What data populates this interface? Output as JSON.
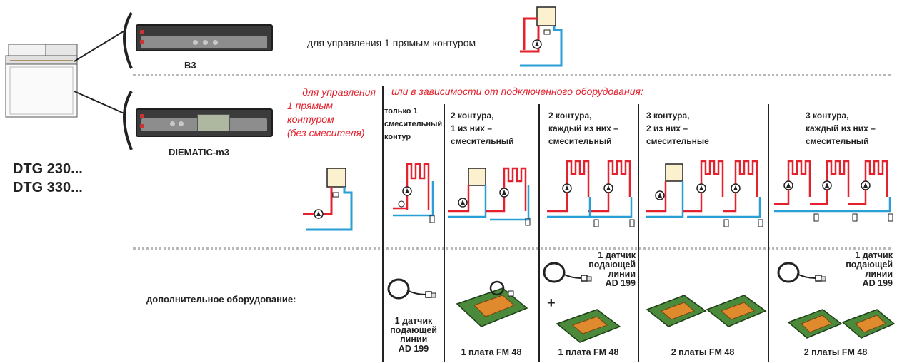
{
  "boiler": {
    "models": [
      "DTG 230...",
      "DTG 330..."
    ]
  },
  "controls": {
    "b3": {
      "label": "B3",
      "description": "для управления 1 прямым контуром"
    },
    "diematic": {
      "label": "DIEMATIC-m3"
    }
  },
  "sections": {
    "direct_note": [
      "для управления",
      "1 прямым",
      "контуром",
      "(без смесителя)"
    ],
    "dependent_header": "или в зависимости от подключенного оборудования:",
    "options": [
      {
        "lines": [
          "только 1",
          "смесительный",
          "контур"
        ]
      },
      {
        "lines": [
          "2 контура,",
          "1 из них –",
          "смесительный"
        ]
      },
      {
        "lines": [
          "2 контура,",
          "каждый  из них –",
          "смесительный"
        ]
      },
      {
        "lines": [
          "3 контура,",
          "2 из них –",
          "смесительные"
        ]
      },
      {
        "lines": [
          "3 контура,",
          "каждый  из них –",
          "смесительный"
        ]
      }
    ]
  },
  "accessories": {
    "label": "дополнительное оборудование:",
    "plus": "+",
    "items": [
      {
        "lines": [
          "1 датчик",
          "подающей",
          "линии",
          "AD 199"
        ]
      },
      {
        "lines": [
          "1 плата FM 48"
        ]
      },
      {
        "top_lines": [
          "1 датчик",
          "подающей",
          "линии",
          "AD 199"
        ],
        "bottom": "1 плата FM 48"
      },
      {
        "lines": [
          "2 платы FM 48"
        ]
      },
      {
        "top_lines": [
          "1 датчик",
          "подающей",
          "линии",
          "AD 199"
        ],
        "bottom": "2 платы FM 48"
      }
    ]
  },
  "colors": {
    "red_pipe": "#e4222e",
    "blue_pipe": "#2a9fd6",
    "accent_text": "#e4222e"
  }
}
